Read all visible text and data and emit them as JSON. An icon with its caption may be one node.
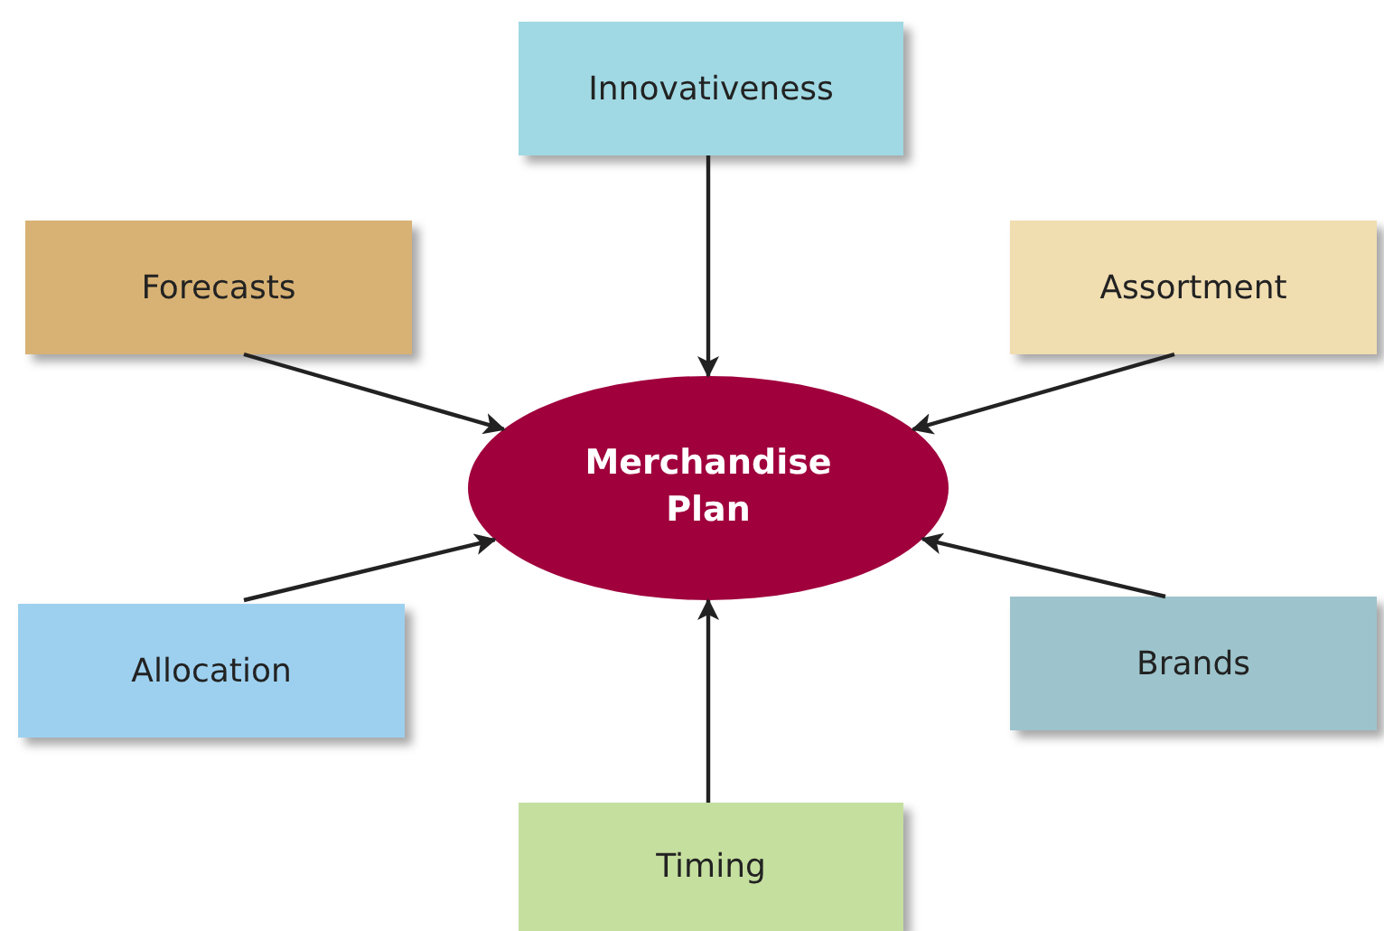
{
  "diagram": {
    "nodes": [
      {
        "text": [
          "Innovativeness"
        ]
      },
      {
        "text": [
          "Forecasts"
        ]
      },
      {
        "text": [
          "Assortment"
        ]
      },
      {
        "text": [
          "Merchandise Plan"
        ]
      },
      {
        "text": [
          "Allocation"
        ]
      },
      {
        "text": [
          "Brands"
        ]
      },
      {
        "text": [
          "Timing"
        ]
      }
    ],
    "edges": [
      {
        "from": 0,
        "to": 3,
        "arrow": "to"
      },
      {
        "from": 1,
        "to": 3,
        "arrow": "to"
      },
      {
        "from": 2,
        "to": 3,
        "arrow": "to"
      },
      {
        "from": 4,
        "to": 3,
        "arrow": "to"
      },
      {
        "from": 5,
        "to": 3,
        "arrow": "to"
      },
      {
        "from": 6,
        "to": 3,
        "arrow": "to"
      }
    ]
  }
}
